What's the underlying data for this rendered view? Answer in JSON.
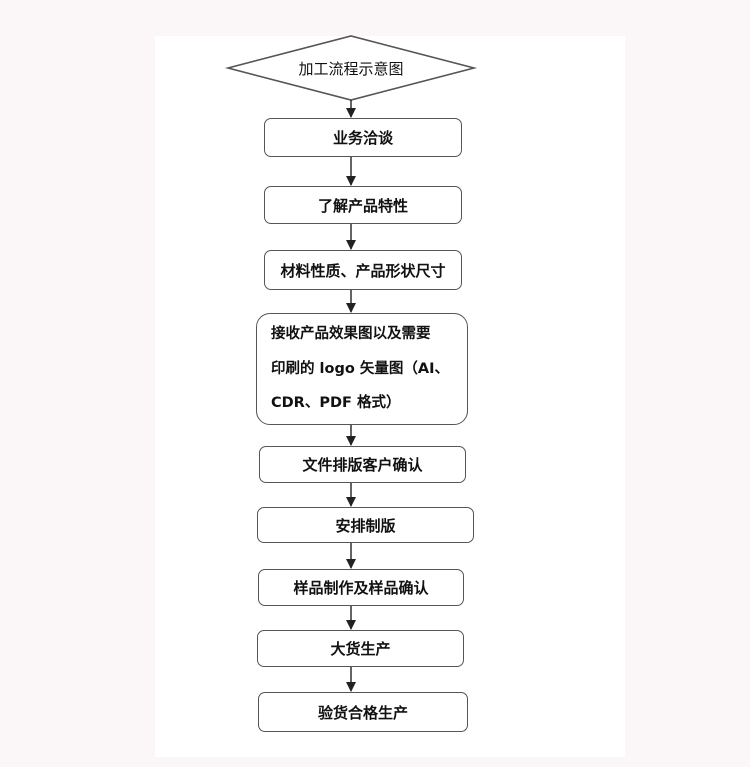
{
  "flowchart": {
    "title": "加工流程示意图",
    "steps": [
      {
        "label": "业务洽谈"
      },
      {
        "label": "了解产品特性"
      },
      {
        "label": "材料性质、产品形状尺寸"
      },
      {
        "lines": [
          "接收产品效果图以及需要",
          "印刷的 logo 矢量图（AI、",
          "CDR、PDF 格式）"
        ]
      },
      {
        "label": "文件排版客户确认"
      },
      {
        "label": "安排制版"
      },
      {
        "label": "样品制作及样品确认"
      },
      {
        "label": "大货生产"
      },
      {
        "label": "验货合格生产"
      }
    ]
  },
  "colors": {
    "stroke": "#555555",
    "text": "#111111",
    "background": "#fbf6f7",
    "panel": "#ffffff"
  }
}
